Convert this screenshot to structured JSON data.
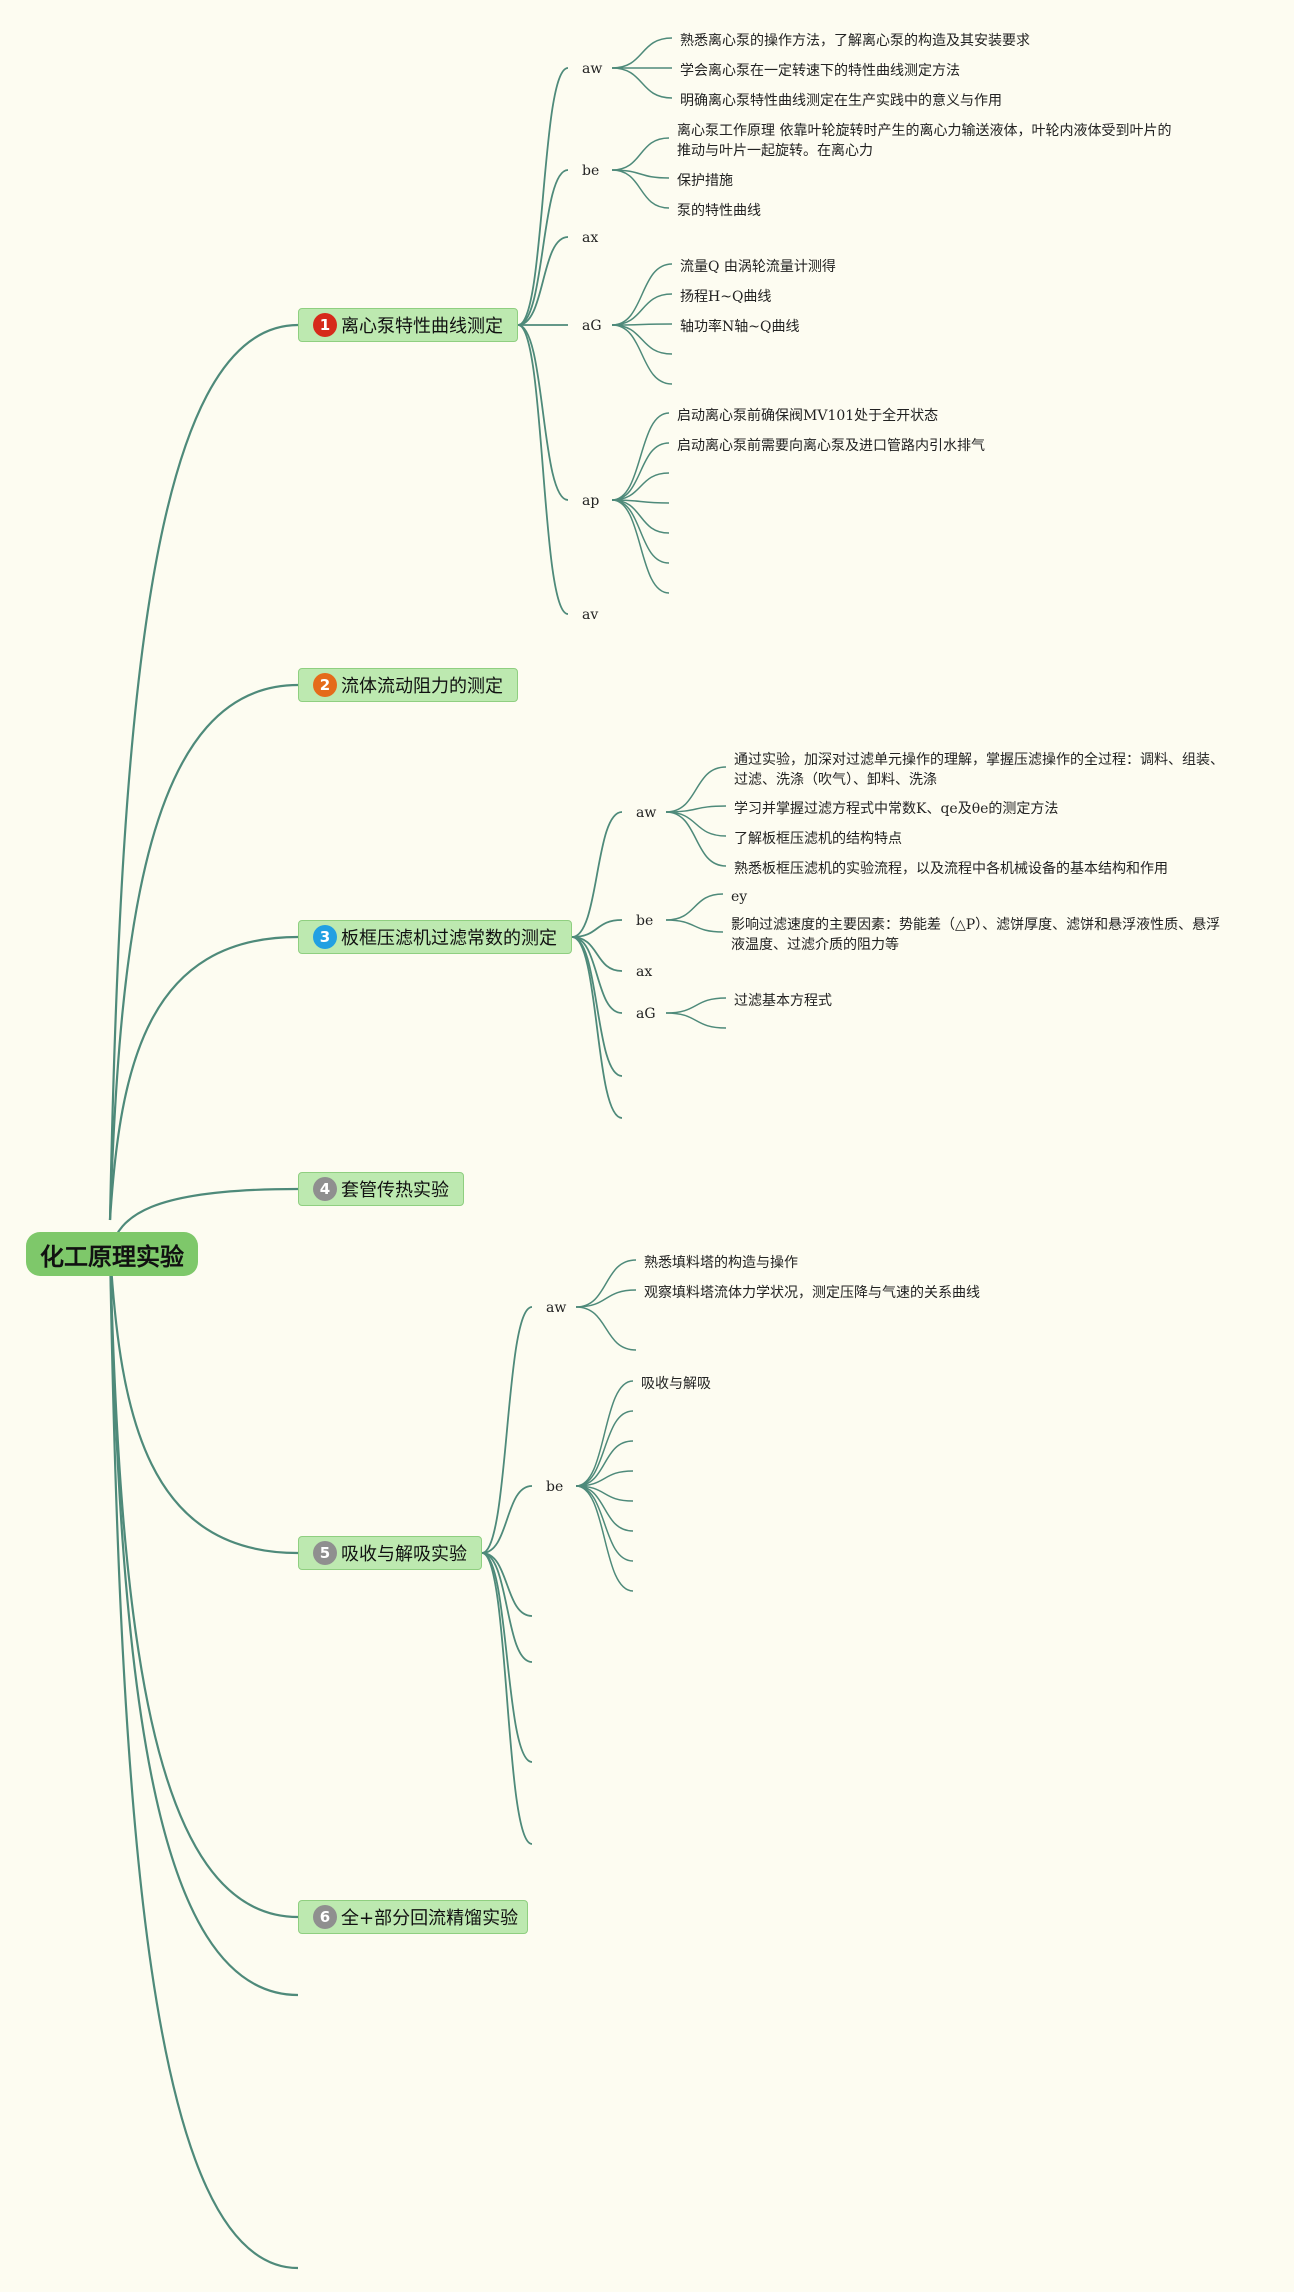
{
  "root": "化工原理实验",
  "colors": {
    "line": "#4e8a7a",
    "badge_red": "#d62a1a",
    "badge_orange": "#e56b1a",
    "badge_blue": "#22a0e2",
    "badge_gray": "#8f8f8f"
  },
  "topics": [
    {
      "num": "1",
      "title": "离心泵特性曲线测定",
      "groups": [
        {
          "label": "aw",
          "children": [
            "熟悉离心泵的操作方法，了解离心泵的构造及其安装要求",
            "学会离心泵在一定转速下的特性曲线测定方法",
            "明确离心泵特性曲线测定在生产实践中的意义与作用"
          ]
        },
        {
          "label": "be",
          "children": [
            "离心泵工作原理 依靠叶轮旋转时产生的离心力输送液体，叶轮内液体受到叶片的推动与叶片一起旋转。在离心力",
            "保护措施",
            "泵的特性曲线"
          ]
        },
        {
          "label": "ax",
          "children": []
        },
        {
          "label": "aG",
          "children": [
            "流量Q 由涡轮流量计测得",
            "扬程H~Q曲线",
            "轴功率N轴~Q曲线",
            "",
            ""
          ]
        },
        {
          "label": "ap",
          "children": [
            "启动离心泵前确保阀MV101处于全开状态",
            "启动离心泵前需要向离心泵及进口管路内引水排气",
            "",
            "",
            "",
            ""
          ]
        },
        {
          "label": "av",
          "children": []
        }
      ]
    },
    {
      "num": "2",
      "title": "流体流动阻力的测定",
      "groups": []
    },
    {
      "num": "3",
      "title": "板框压滤机过滤常数的测定",
      "groups": [
        {
          "label": "aw",
          "children": [
            "通过实验，加深对过滤单元操作的理解，掌握压滤操作的全过程：调料、组装、过滤、洗涤（吹气）、卸料、洗涤",
            "学习并掌握过滤方程式中常数K、qe及θe的测定方法",
            "了解板框压滤机的结构特点",
            "熟悉板框压滤机的实验流程，以及流程中各机械设备的基本结构和作用"
          ]
        },
        {
          "label": "be",
          "children": [
            "ey",
            "影响过滤速度的主要因素：势能差（△P）、滤饼厚度、滤饼和悬浮液性质、悬浮液温度、过滤介质的阻力等"
          ]
        },
        {
          "label": "ax",
          "children": []
        },
        {
          "label": "aG",
          "children": [
            "过滤基本方程式",
            ""
          ]
        },
        {
          "label": "",
          "children": []
        },
        {
          "label": "",
          "children": []
        }
      ]
    },
    {
      "num": "4",
      "title": "套管传热实验",
      "groups": []
    },
    {
      "num": "5",
      "title": "吸收与解吸实验",
      "groups": [
        {
          "label": "aw",
          "children": [
            "熟悉填料塔的构造与操作",
            "观察填料塔流体力学状况，测定压降与气速的关系曲线",
            ""
          ]
        },
        {
          "label": "be",
          "children": [
            "吸收与解吸",
            "",
            "",
            "",
            "",
            "",
            "",
            ""
          ]
        },
        {
          "label": "",
          "children": []
        },
        {
          "label": "",
          "children": []
        },
        {
          "label": "",
          "children": []
        },
        {
          "label": "",
          "children": []
        }
      ]
    },
    {
      "num": "6",
      "title": "全+部分回流精馏实验",
      "groups": []
    },
    {
      "num": "",
      "title": "",
      "groups": []
    },
    {
      "num": "",
      "title": "",
      "groups": []
    }
  ]
}
